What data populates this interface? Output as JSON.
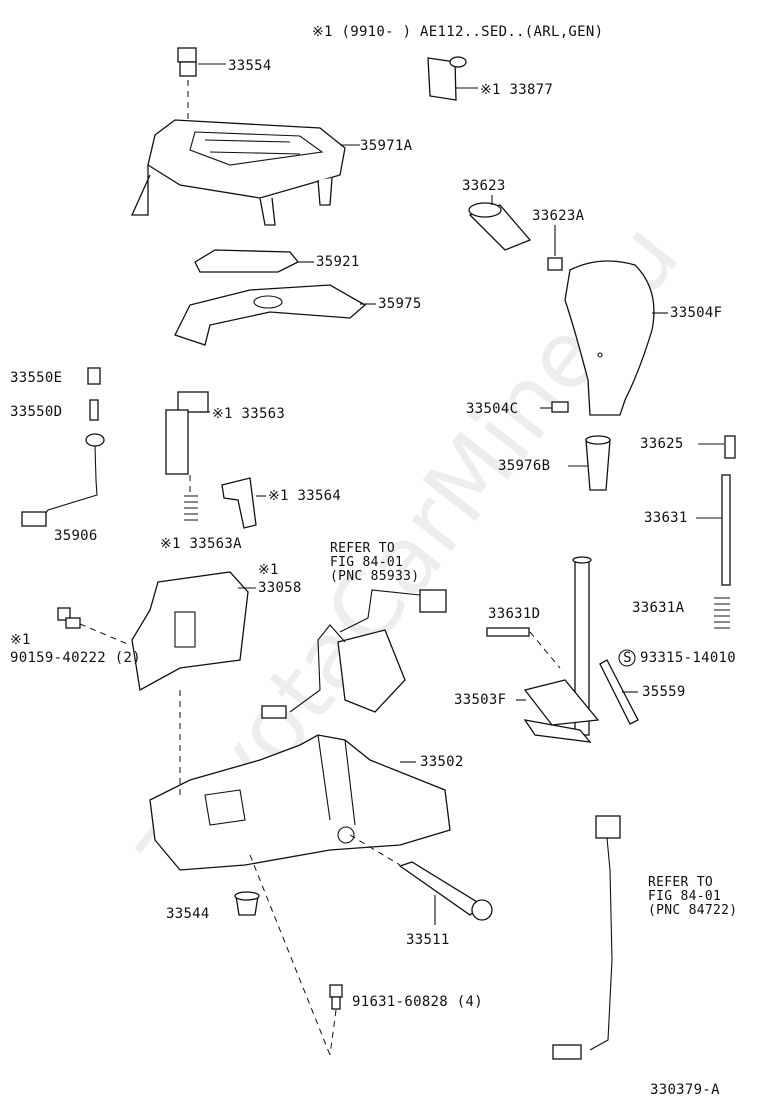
{
  "header": {
    "note": "※1 (9910-     ) AE112..SED..(ARL,GEN)"
  },
  "watermark": "ToyotaCarMine.ru",
  "diagram_id": "330379-A",
  "parts": {
    "p33554": "33554",
    "p33877": "※1 33877",
    "p35971A": "35971A",
    "p33623": "33623",
    "p33623A": "33623A",
    "p35921": "35921",
    "p35975": "35975",
    "p33504F": "33504F",
    "p33550E": "33550E",
    "p33550D": "33550D",
    "p33563": "※1 33563",
    "p33504C": "33504C",
    "p33625": "33625",
    "p35976B": "35976B",
    "p33564": "※1 33564",
    "p35906": "35906",
    "p33631": "33631",
    "p33563A": "※1 33563A",
    "p33058_note": "※1",
    "p33058": "33058",
    "p33631A": "33631A",
    "p33631D": "33631D",
    "p90159_note": "※1",
    "p90159": "90159-40222 (2)",
    "p93315": "93315-14010",
    "p93315_mark": "S",
    "p33503F": "33503F",
    "p35559": "35559",
    "p33502": "33502",
    "p33544": "33544",
    "p33511": "33511",
    "p91631": "91631-60828 (4)"
  },
  "references": {
    "ref1": [
      "REFER TO",
      "FIG 84-01",
      "(PNC 85933)"
    ],
    "ref2": [
      "REFER TO",
      "FIG 84-01",
      "(PNC 84722)"
    ]
  }
}
